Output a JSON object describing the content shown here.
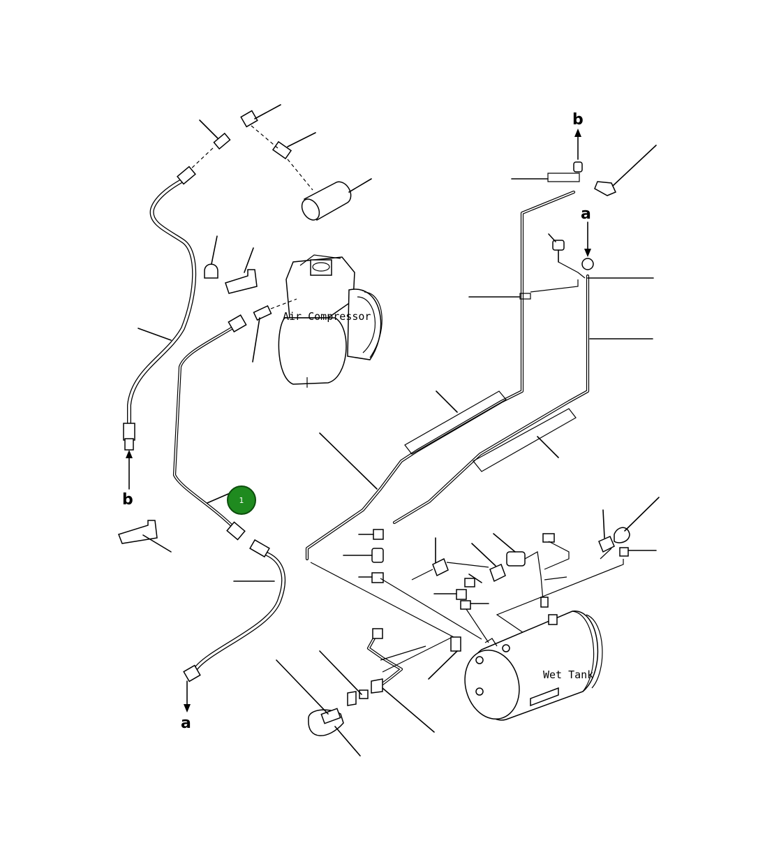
{
  "labels": {
    "air_compressor": "Air Compressor",
    "wet_tank": "Wet Tank"
  },
  "connectors": {
    "a_top": "a",
    "a_bottom": "a",
    "b_top": "b",
    "b_bottom": "b"
  },
  "callouts": [
    {
      "number": "1",
      "color": "#1f8a1f"
    }
  ]
}
